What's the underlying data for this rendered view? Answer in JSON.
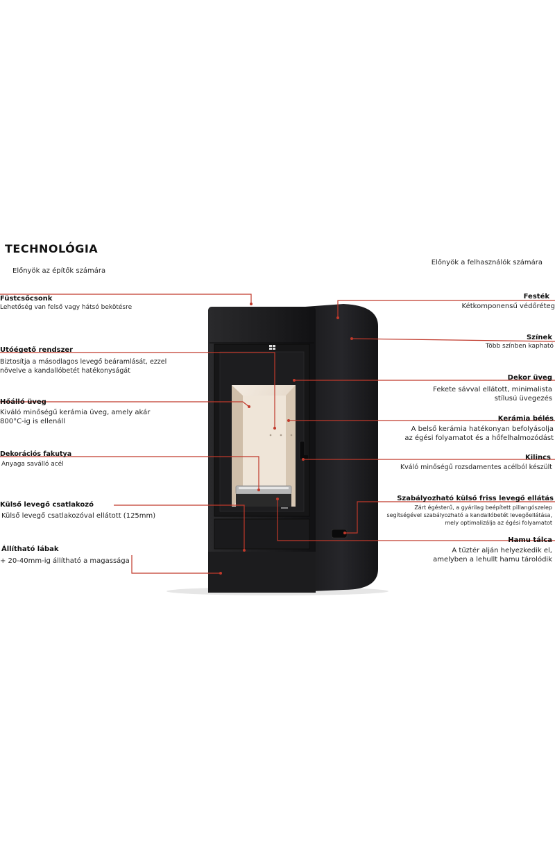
{
  "heading": {
    "title": "TECHNOLÓGIA",
    "builders_caption": "Előnyök az építők számára",
    "users_caption": "Előnyök a felhasználók számára"
  },
  "colors": {
    "accent": "#c0392b",
    "stove_body": "#1e1e20",
    "ceramic": "#e9dccd"
  },
  "left_features": [
    {
      "label": "Füstcsőcsonk",
      "desc": [
        "Lehetőség van felső vagy hátsó bekötésre"
      ]
    },
    {
      "label": "Utóégető rendszer",
      "desc": [
        "Biztosítja a másodlagos levegő beáramlását, ezzel",
        "növelve a kandallóbetét hatékonyságát"
      ]
    },
    {
      "label": "Hőálló üveg",
      "desc": [
        "Kiváló minőségű kerámia üveg, amely akár",
        "800°C-ig is ellenáll"
      ]
    },
    {
      "label": "Dekorációs fakutya",
      "desc": [
        "Anyaga saválló acél"
      ]
    },
    {
      "label": "Külső levegő csatlakozó",
      "desc": [
        "Külső levegő csatlakozóval ellátott (125mm)"
      ]
    },
    {
      "label": "Állítható lábak",
      "desc": [
        "+ 20-40mm-ig állítható a magassága"
      ]
    }
  ],
  "right_features": [
    {
      "label": "Festék",
      "desc": [
        "Kétkomponensű védőréteg"
      ]
    },
    {
      "label": "Színek",
      "desc": [
        "Több színben kapható"
      ]
    },
    {
      "label": "Dekor üveg",
      "desc": [
        "Fekete sávval ellátott, minimalista",
        "stílusú üvegezés"
      ]
    },
    {
      "label": "Kerámia bélés",
      "desc": [
        "A belső kerámia hatékonyan befolyásolja",
        "az égési folyamatot és a hőfelhalmozódást"
      ]
    },
    {
      "label": "Kilincs",
      "desc": [
        "Kváló minőségű rozsdamentes acélból készült"
      ]
    },
    {
      "label": "Szabályozható külső friss levegő ellátás",
      "desc": [
        "Zárt égésterű, a gyárilag beépített pillangószelep",
        "segítségével szabályozható a kandallóbetét levegőellátása,",
        "mely optimalizálja az égési folyamatot"
      ]
    },
    {
      "label": "Hamu tálca",
      "desc": [
        "A tűztér alján helyezkedik el,",
        "amelyben a lehullt hamu tárolódik"
      ]
    }
  ]
}
